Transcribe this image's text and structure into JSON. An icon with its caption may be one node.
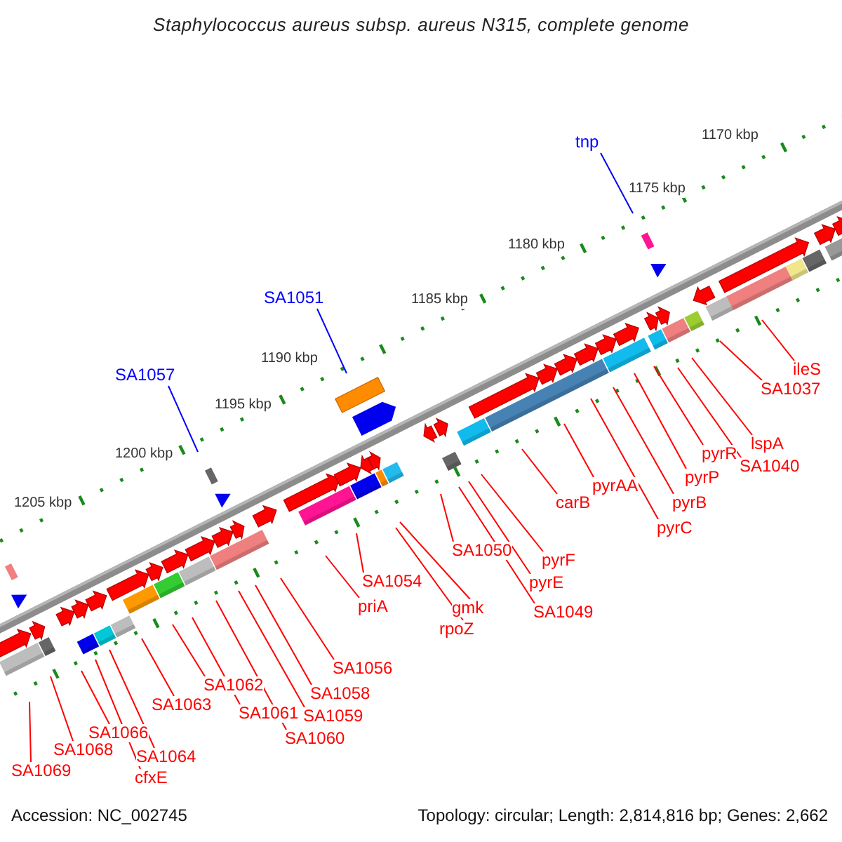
{
  "diagram": {
    "title": "Staphylococcus aureus subsp. aureus N315, complete genome",
    "nodes": [
      {
        "text": [
          "tnp"
        ]
      },
      {
        "text": [
          "SA1051"
        ]
      },
      {
        "text": [
          "SA1057"
        ]
      },
      {
        "text": [
          "ileS"
        ]
      },
      {
        "text": [
          "SA1037"
        ]
      },
      {
        "text": [
          "lspA"
        ]
      },
      {
        "text": [
          "SA1040"
        ]
      },
      {
        "text": [
          "pyrR"
        ]
      },
      {
        "text": [
          "pyrP"
        ]
      },
      {
        "text": [
          "pyrB"
        ]
      },
      {
        "text": [
          "pyrC"
        ]
      },
      {
        "text": [
          "pyrAA"
        ]
      },
      {
        "text": [
          "carB"
        ]
      },
      {
        "text": [
          "pyrF"
        ]
      },
      {
        "text": [
          "pyrE"
        ]
      },
      {
        "text": [
          "SA1049"
        ]
      },
      {
        "text": [
          "SA1050"
        ]
      },
      {
        "text": [
          "gmk"
        ]
      },
      {
        "text": [
          "rpoZ"
        ]
      },
      {
        "text": [
          "SA1054"
        ]
      },
      {
        "text": [
          "priA"
        ]
      },
      {
        "text": [
          "SA1056"
        ]
      },
      {
        "text": [
          "SA1058"
        ]
      },
      {
        "text": [
          "SA1059"
        ]
      },
      {
        "text": [
          "SA1060"
        ]
      },
      {
        "text": [
          "SA1061"
        ]
      },
      {
        "text": [
          "SA1062"
        ]
      },
      {
        "text": [
          "SA1063"
        ]
      },
      {
        "text": [
          "SA1064"
        ]
      },
      {
        "text": [
          "cfxE"
        ]
      },
      {
        "text": [
          "SA1066"
        ]
      },
      {
        "text": [
          "SA1068"
        ]
      },
      {
        "text": [
          "SA1069"
        ]
      }
    ],
    "edges": [
      {
        "from": 0,
        "to": null,
        "arrow": "none",
        "color": "#0000ff"
      },
      {
        "from": 1,
        "to": null,
        "arrow": "none",
        "color": "#0000ff"
      },
      {
        "from": 2,
        "to": null,
        "arrow": "none",
        "color": "#0000ff"
      },
      {
        "from": 3,
        "to": null,
        "arrow": "none"
      },
      {
        "from": 4,
        "to": null,
        "arrow": "none"
      },
      {
        "from": 5,
        "to": null,
        "arrow": "none"
      },
      {
        "from": 6,
        "to": null,
        "arrow": "none"
      },
      {
        "from": 7,
        "to": null,
        "arrow": "none"
      },
      {
        "from": 8,
        "to": null,
        "arrow": "none"
      },
      {
        "from": 9,
        "to": null,
        "arrow": "none"
      },
      {
        "from": 10,
        "to": null,
        "arrow": "none"
      },
      {
        "from": 11,
        "to": null,
        "arrow": "none"
      },
      {
        "from": 12,
        "to": null,
        "arrow": "none"
      },
      {
        "from": 13,
        "to": null,
        "arrow": "none"
      },
      {
        "from": 14,
        "to": null,
        "arrow": "none"
      },
      {
        "from": 15,
        "to": null,
        "arrow": "none"
      },
      {
        "from": 16,
        "to": null,
        "arrow": "none"
      },
      {
        "from": 17,
        "to": null,
        "arrow": "none"
      },
      {
        "from": 18,
        "to": null,
        "arrow": "none"
      },
      {
        "from": 19,
        "to": null,
        "arrow": "none"
      },
      {
        "from": 20,
        "to": null,
        "arrow": "none"
      },
      {
        "from": 21,
        "to": null,
        "arrow": "none"
      },
      {
        "from": 22,
        "to": null,
        "arrow": "none"
      },
      {
        "from": 23,
        "to": null,
        "arrow": "none"
      },
      {
        "from": 24,
        "to": null,
        "arrow": "none"
      },
      {
        "from": 25,
        "to": null,
        "arrow": "none"
      },
      {
        "from": 26,
        "to": null,
        "arrow": "none"
      },
      {
        "from": 27,
        "to": null,
        "arrow": "none"
      },
      {
        "from": 28,
        "to": null,
        "arrow": "none"
      },
      {
        "from": 29,
        "to": null,
        "arrow": "none"
      },
      {
        "from": 30,
        "to": null,
        "arrow": "none"
      },
      {
        "from": 31,
        "to": null,
        "arrow": "none"
      },
      {
        "from": 32,
        "to": null,
        "arrow": "none"
      }
    ],
    "labels": [
      "1170 kbp",
      "1175 kbp",
      "1180 kbp",
      "1185 kbp",
      "1190 kbp",
      "1195 kbp",
      "1200 kbp",
      "1205 kbp",
      "Accession: NC_002745",
      "Topology: circular; Length: 2,814,816 bp; Genes: 2,662"
    ]
  }
}
